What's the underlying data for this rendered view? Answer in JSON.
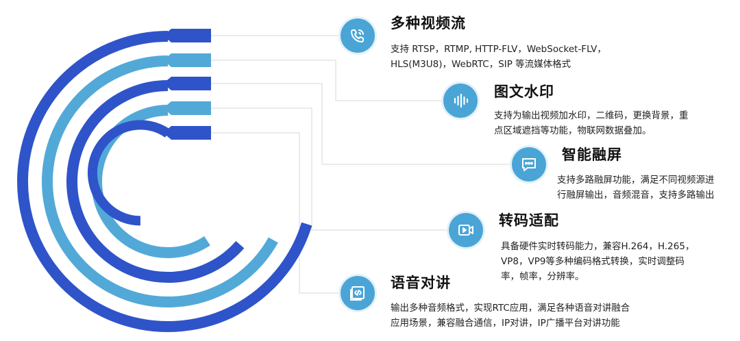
{
  "colors": {
    "dark_blue": "#2f54c9",
    "light_blue": "#52a9d8",
    "icon_bg": "#4aa5d6",
    "connector": "#d7d7d7"
  },
  "features": [
    {
      "title": "多种视频流",
      "icon": "phone-wave-icon",
      "desc_lines": [
        "支持 RTSP，RTMP, HTTP-FLV，WebSocket-FLV，",
        "HLS(M3U8)，WebRTC，SIP 等流媒体格式"
      ]
    },
    {
      "title": "图文水印",
      "icon": "audio-bars-icon",
      "desc_lines": [
        "支持为输出视频加水印，二维码，更换背景，重",
        "点区域遮挡等功能，物联网数据叠加。"
      ]
    },
    {
      "title": "智能融屏",
      "icon": "chat-bubble-icon",
      "desc_lines": [
        "支持多路融屏功能，满足不同视频源进",
        "行融屏输出，音频混音，支持多路输出"
      ]
    },
    {
      "title": "转码适配",
      "icon": "video-play-icon",
      "desc_lines": [
        "具备硬件实时转码能力，兼容H.264，H.265，",
        "VP8，VP9等多种编码格式转换，实时调整码",
        "率，帧率，分辨率。"
      ]
    },
    {
      "title": "语音对讲",
      "icon": "code-window-icon",
      "desc_lines": [
        "输出多种音频格式，实现RTC应用，满足各种语音对讲融合",
        "应用场景，兼容融合通信，IP对讲，IP广播平台对讲功能"
      ]
    }
  ]
}
